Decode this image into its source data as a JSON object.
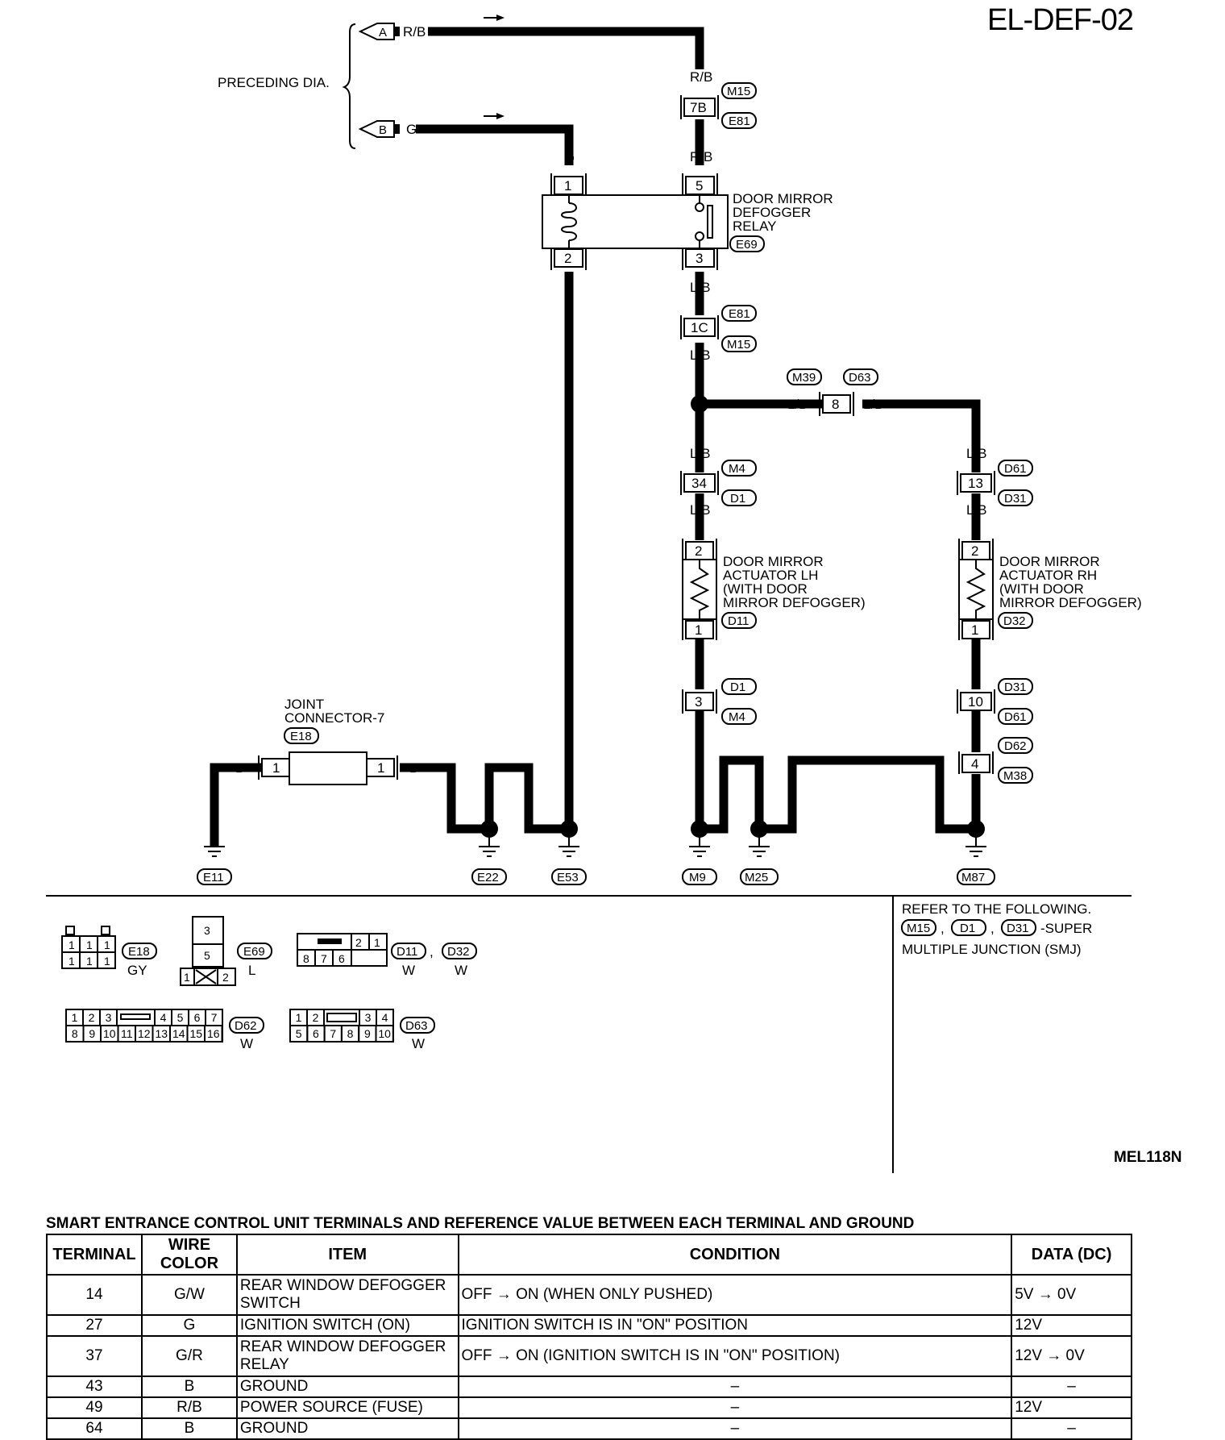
{
  "page_id": "EL-DEF-02",
  "figure_id": "MEL118N",
  "preceding_dia": "PRECEDING DIA.",
  "connectors": {
    "a": "A",
    "b": "B"
  },
  "wires": {
    "rb": "R/B",
    "g": "G",
    "b": "B",
    "lb": "L/B"
  },
  "terminals": {
    "t7b": "7B",
    "t1c": "1C",
    "t8": "8",
    "t34": "34",
    "t13": "13",
    "t1": "1",
    "t2": "2",
    "t3": "3",
    "t4": "4",
    "t5": "5",
    "t10": "10"
  },
  "codes": {
    "m15": "M15",
    "e81": "E81",
    "e69": "E69",
    "m39": "M39",
    "d63": "D63",
    "m4": "M4",
    "d1": "D1",
    "d61": "D61",
    "d31": "D31",
    "d11": "D11",
    "d32": "D32",
    "d62": "D62",
    "m38": "M38",
    "e18": "E18",
    "e11": "E11",
    "e22": "E22",
    "e53": "E53",
    "m9": "M9",
    "m25": "M25",
    "m87": "M87"
  },
  "components": {
    "relay": [
      "DOOR MIRROR",
      "DEFOGGER",
      "RELAY"
    ],
    "lh": [
      "DOOR MIRROR",
      "ACTUATOR LH",
      "(WITH DOOR",
      "MIRROR DEFOGGER)"
    ],
    "rh": [
      "DOOR MIRROR",
      "ACTUATOR RH",
      "(WITH DOOR",
      "MIRROR DEFOGGER)"
    ],
    "joint": [
      "JOINT",
      "CONNECTOR-7"
    ]
  },
  "connector_views": {
    "colors": {
      "gy": "GY",
      "l": "L",
      "w": "W"
    },
    "sep": ",",
    "e69_cells": [
      "3",
      "5",
      "1",
      "2"
    ],
    "d11_cells": [
      "2",
      "1",
      "8",
      "7",
      "6"
    ],
    "d62_top": [
      "1",
      "2",
      "3",
      "4",
      "5",
      "6",
      "7"
    ],
    "d62_bottom": [
      "8",
      "9",
      "10",
      "11",
      "12",
      "13",
      "14",
      "15",
      "16"
    ],
    "d63_top": [
      "1",
      "2",
      "3",
      "4"
    ],
    "d63_bottom": [
      "5",
      "6",
      "7",
      "8",
      "9",
      "10"
    ]
  },
  "refer": {
    "line1": "REFER TO THE FOLLOWING.",
    "smj_text": "-SUPER",
    "line3": "MULTIPLE JUNCTION (SMJ)"
  },
  "table": {
    "title": "SMART ENTRANCE CONTROL UNIT TERMINALS AND REFERENCE VALUE BETWEEN EACH TERMINAL AND GROUND",
    "headers": [
      "TERMINAL",
      "WIRE COLOR",
      "ITEM",
      "CONDITION",
      "DATA (DC)"
    ],
    "rows": [
      [
        "14",
        "G/W",
        "REAR WINDOW DEFOGGER SWITCH",
        "OFF → ON (WHEN ONLY PUSHED)",
        "5V → 0V"
      ],
      [
        "27",
        "G",
        "IGNITION SWITCH (ON)",
        "IGNITION SWITCH IS IN \"ON\" POSITION",
        "12V"
      ],
      [
        "37",
        "G/R",
        "REAR WINDOW DEFOGGER RELAY",
        "OFF → ON (IGNITION SWITCH IS IN \"ON\" POSITION)",
        "12V → 0V"
      ],
      [
        "43",
        "B",
        "GROUND",
        "–",
        "–"
      ],
      [
        "49",
        "R/B",
        "POWER SOURCE (FUSE)",
        "–",
        "12V"
      ],
      [
        "64",
        "B",
        "GROUND",
        "–",
        "–"
      ]
    ]
  }
}
